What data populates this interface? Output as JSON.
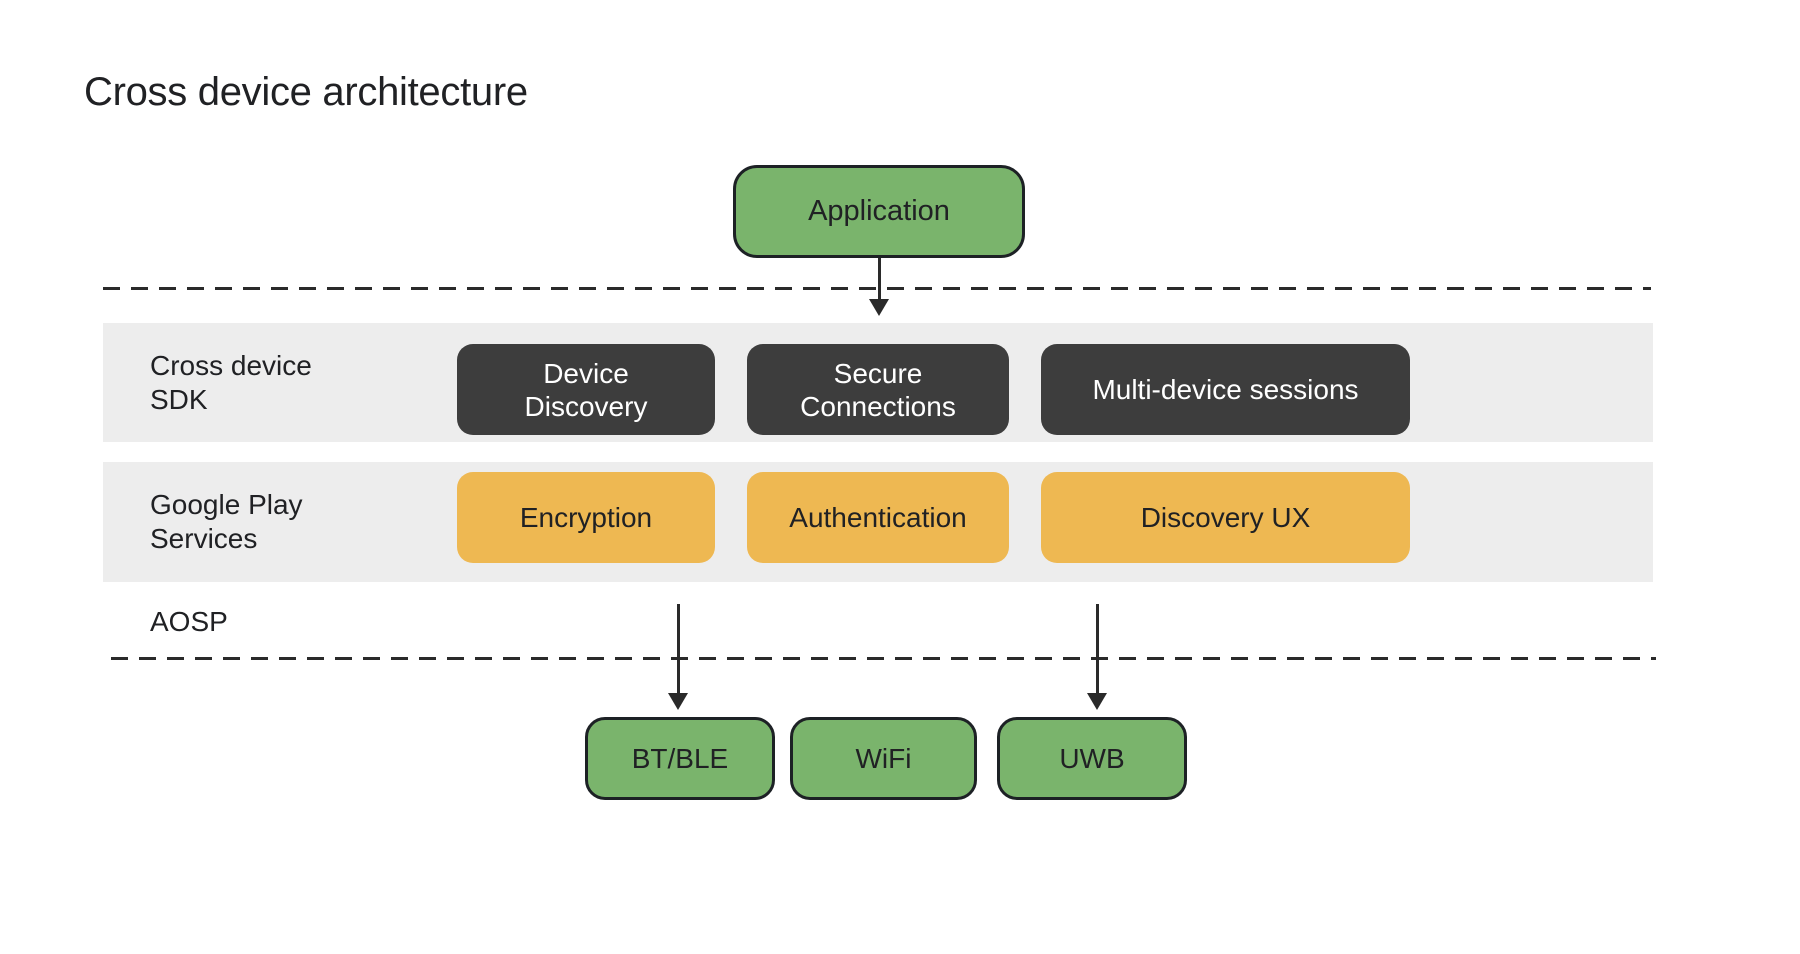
{
  "title": "Cross device architecture",
  "colors": {
    "green": "#7ab46c",
    "green_border": "#1d2125",
    "dark_box": "#3d3d3d",
    "orange": "#eeb852",
    "band_bg": "#ededed",
    "text_dark": "#202124",
    "text_light": "#ffffff",
    "line": "#2a2a2a"
  },
  "application": {
    "label": "Application"
  },
  "bands": {
    "sdk": {
      "label": [
        "Cross device",
        "SDK"
      ],
      "boxes": [
        {
          "lines": [
            "Device",
            "Discovery"
          ]
        },
        {
          "lines": [
            "Secure",
            "Connections"
          ]
        },
        {
          "lines": [
            "Multi-device sessions"
          ]
        }
      ]
    },
    "gps": {
      "label": [
        "Google Play",
        "Services"
      ],
      "boxes": [
        {
          "label": "Encryption"
        },
        {
          "label": "Authentication"
        },
        {
          "label": "Discovery UX"
        }
      ]
    }
  },
  "aosp_label": "AOSP",
  "radios": [
    {
      "label": "BT/BLE"
    },
    {
      "label": "WiFi"
    },
    {
      "label": "UWB"
    }
  ]
}
